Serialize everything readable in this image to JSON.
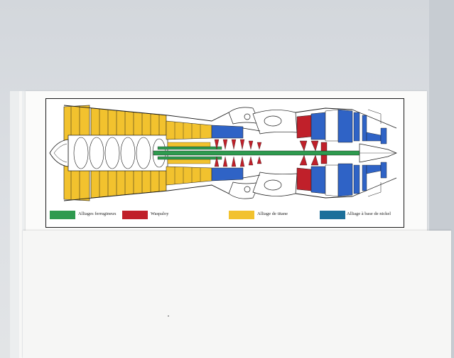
{
  "legend": [
    {
      "label": "Alliages ferrugineux",
      "color": "#2e9a4f"
    },
    {
      "label": "Waspaloy",
      "color": "#c0202a"
    },
    {
      "label": "Alliage de titane",
      "color": "#f2c22e"
    },
    {
      "label": "Alliage à base de nickel",
      "color": "#1c6f9a"
    }
  ],
  "colors": {
    "titanium": "#f2c22e",
    "nickel": "#2f63c6",
    "waspaloy": "#c0202a",
    "ferrous": "#2e9a4f",
    "outline": "#1a1a1a"
  }
}
